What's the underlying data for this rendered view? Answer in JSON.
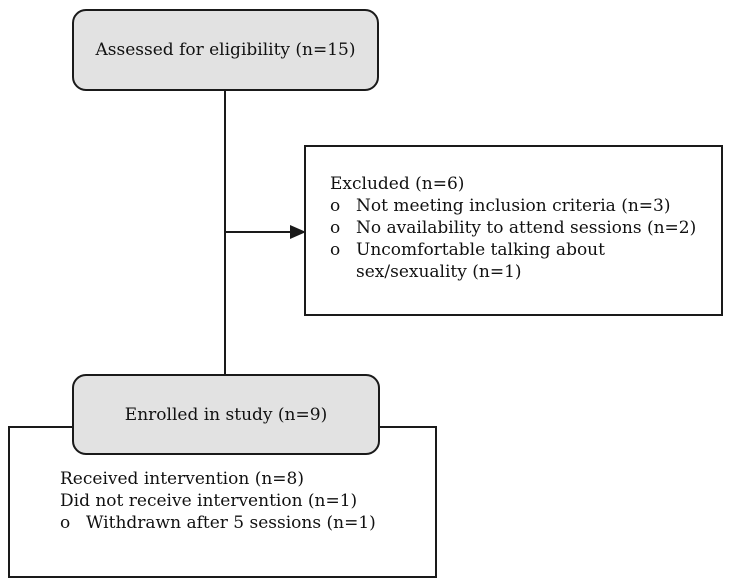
{
  "assessed": {
    "label": "Assessed for eligibility (n=15)"
  },
  "excluded": {
    "title": "Excluded (n=6)",
    "items": [
      {
        "bullet": "o",
        "lines": [
          "Not meeting inclusion criteria (n=3)"
        ]
      },
      {
        "bullet": "o",
        "lines": [
          "No availability to attend sessions (n=2)"
        ]
      },
      {
        "bullet": "o",
        "lines": [
          "Uncomfortable talking about",
          "sex/sexuality (n=1)"
        ]
      }
    ]
  },
  "enrolled": {
    "label": "Enrolled in study (n=9)"
  },
  "outcome": {
    "lines": [
      "Received intervention (n=8)",
      "Did not receive intervention (n=1)"
    ],
    "items": [
      {
        "bullet": "o",
        "lines": [
          "Withdrawn after 5 sessions (n=1)"
        ]
      }
    ]
  }
}
